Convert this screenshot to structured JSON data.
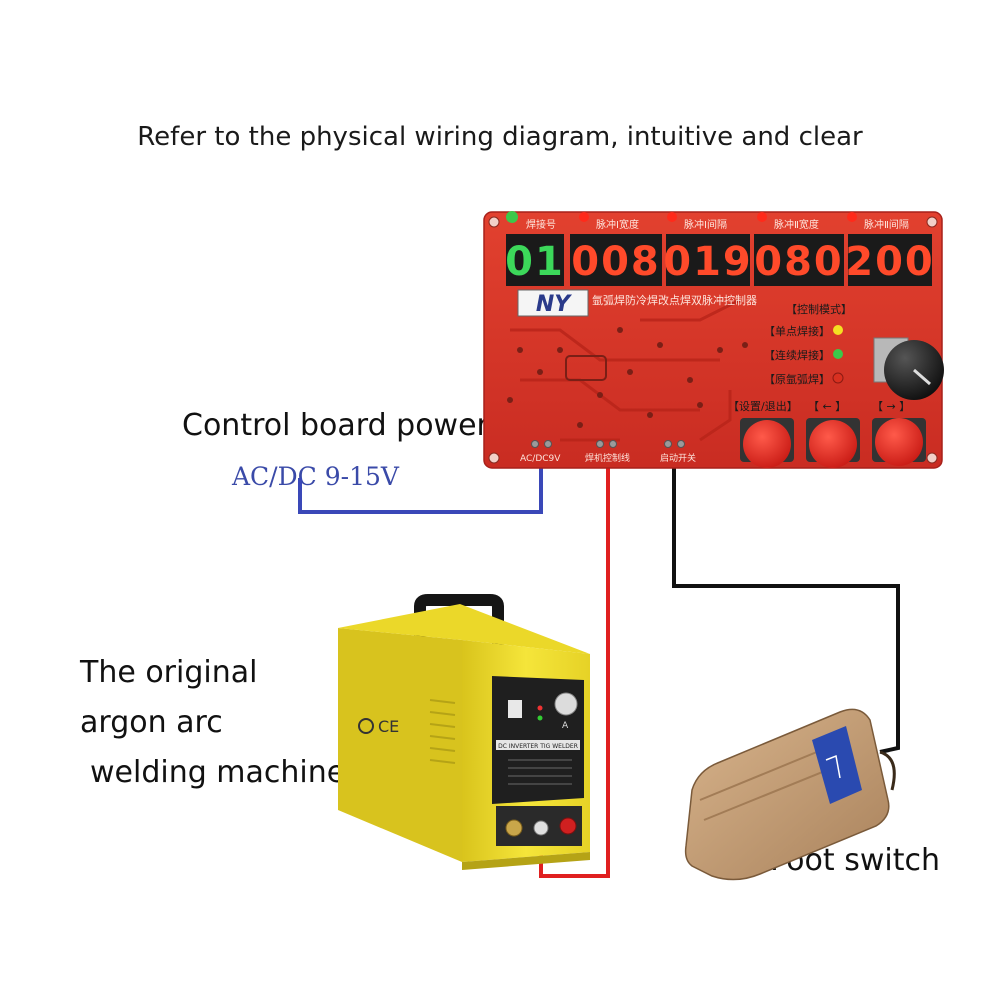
{
  "heading": "Refer to the physical wiring diagram, intuitive and clear",
  "labels": {
    "control_power": "Control board power",
    "voltage": "AC/DC  9-15V",
    "machine_line1": "The original",
    "machine_line2": "argon arc",
    "machine_line3": "welding machine",
    "foot_switch": "Foot switch"
  },
  "board": {
    "logo": "NY",
    "title_cn": "氩弧焊防冷焊改点焊双脉冲控制器",
    "indicator_labels": [
      "焊接号",
      "脉冲Ⅰ宽度",
      "脉冲Ⅰ间隔",
      "脉冲Ⅱ宽度",
      "脉冲Ⅱ间隔"
    ],
    "displays": [
      "01",
      "008",
      "019",
      "080",
      "200"
    ],
    "mode_title": "【控制模式】",
    "modes": [
      "【单点焊接】",
      "【连续焊接】",
      "【原氩弧焊】"
    ],
    "button_labels": [
      "【设置/退出】",
      "【 ← 】",
      "【 → 】"
    ],
    "terminals": [
      "AC/DC9V",
      "焊机控制线",
      "启动开关"
    ]
  },
  "welder": {
    "brand_plate": "DC INVERTER TIG WELDER",
    "ce_mark": "CE",
    "dial_unit": "A"
  },
  "colors": {
    "board_red": "#d9362a",
    "power_wire": "#3a48b8",
    "control_wire": "#e02020",
    "switch_wire": "#111111",
    "welder_yellow": "#f2e12e",
    "pedal": "#c9a27a",
    "display_green": "#3cd85a",
    "display_red": "#ff4a2a"
  }
}
